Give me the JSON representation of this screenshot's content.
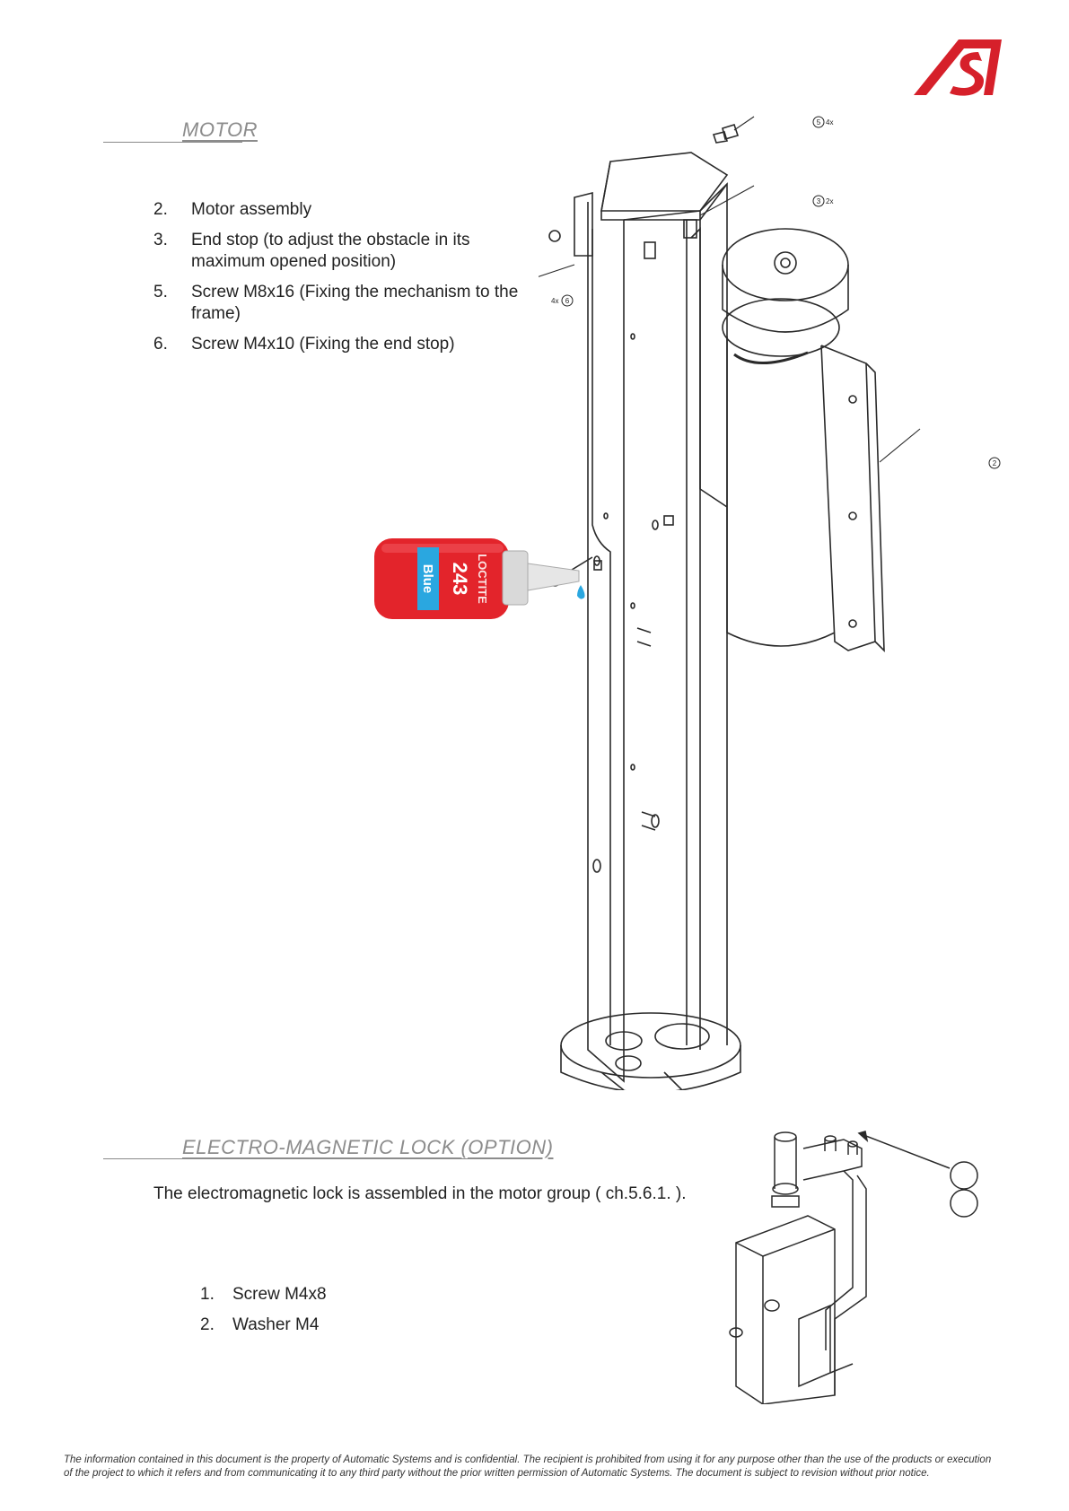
{
  "header": {
    "logo_text": "AS",
    "logo_color": "#d6202a"
  },
  "motor": {
    "title": "MOTOR",
    "items": [
      {
        "num": "2.",
        "text": "Motor assembly"
      },
      {
        "num": "3.",
        "text": "End stop (to adjust the obstacle in its maximum opened position)"
      },
      {
        "num": "5.",
        "text": "Screw M8x16 (Fixing the mechanism to the frame)"
      },
      {
        "num": "6.",
        "text": "Screw M4x10 (Fixing the end stop)"
      }
    ],
    "callouts": [
      {
        "num": "5",
        "qty": "4x"
      },
      {
        "num": "3",
        "qty": "2x"
      },
      {
        "num": "6",
        "qty": "4x"
      },
      {
        "num": "2",
        "qty": ""
      }
    ],
    "bottle": {
      "brand": "LOCTITE",
      "number": "243",
      "variant": "Blue",
      "color": "#e3242b",
      "label_color": "#2aa7e0"
    }
  },
  "lock": {
    "title": "ELECTRO-MAGNETIC LOCK (OPTION)",
    "description": "The electromagnetic lock is assembled in the motor group (  ch.5.6.1. ).",
    "items": [
      {
        "num": "1.",
        "text": "Screw M4x8"
      },
      {
        "num": "2.",
        "text": "Washer M4"
      }
    ]
  },
  "footer": {
    "line1": "The information contained in this document is the property of Automatic Systems and is confidential. The recipient is prohibited from using it for any purpose other than the use of the products or execution",
    "line2": "of the project to which it refers and from communicating it to any third party without the prior written permission of Automatic Systems. The document is subject to revision without prior notice."
  }
}
